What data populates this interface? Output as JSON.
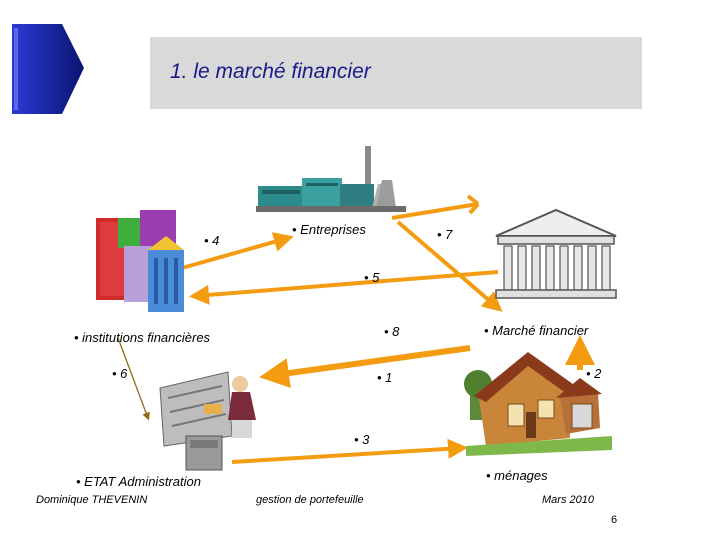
{
  "slide": {
    "title": "1. le marché financier",
    "page_number": "6"
  },
  "labels": {
    "entreprises": "• Entreprises",
    "institutions": "• institutions financières",
    "marche": "• Marché financier",
    "menages": "• ménages",
    "etat": "• ETAT Administration"
  },
  "flow_numbers": {
    "n1": "• 1",
    "n2": "• 2",
    "n3": "• 3",
    "n4": "• 4",
    "n5": "• 5",
    "n6": "• 6",
    "n7": "• 7",
    "n8": "• 8"
  },
  "footer": {
    "author": "Dominique THEVENIN",
    "subject": "gestion de portefeuille",
    "date": "Mars 2010"
  },
  "colors": {
    "title_text": "#1a1a8c",
    "title_band": "#d9d9d9",
    "accent_blue": "#1c2aa8",
    "arrow_orange": "#f39c12",
    "arrow_brown": "#8b6a1a"
  }
}
